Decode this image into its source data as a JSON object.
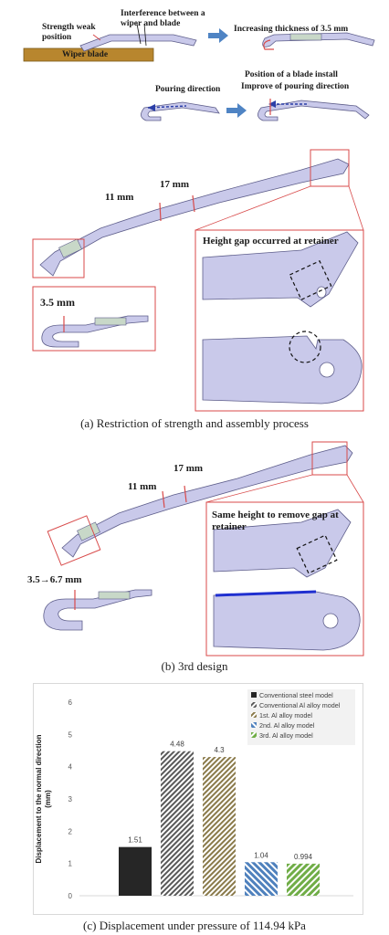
{
  "panel_a_top": {
    "strength_weak": "Strength weak position",
    "interference": "Interference between a wiper and blade",
    "wiper_blade": "Wiper blade",
    "increasing_thickness": "Increasing thickness of 3.5 mm",
    "pouring_direction": "Pouring direction",
    "position_install": "Position of a blade install",
    "improve_pouring": "Improve of pouring direction"
  },
  "panel_a": {
    "dim_11": "11 mm",
    "dim_17": "17 mm",
    "dim_35": "3.5 mm",
    "height_gap": "Height gap occurred at retainer",
    "caption": "(a)  Restriction of strength and assembly process"
  },
  "panel_b": {
    "dim_17": "17 mm",
    "dim_11": "11 mm",
    "dim_change": "3.5→6.7 mm",
    "same_height": "Same height to remove gap at retainer",
    "caption": "(b)  3rd  design"
  },
  "panel_c": {
    "caption": "(c)  Displacement under pressure of 114.94  kPa"
  },
  "colors": {
    "blade_fill": "#c9c9ea",
    "blade_stroke": "#5d5d8a",
    "wiper_blade": "#b8862e",
    "frame_red": "#d84a4a",
    "arrow_blue": "#4f84c4",
    "bar_steel": "#262626",
    "bar_conv_al": "#595959",
    "bar_1st": "#8a7a4a",
    "bar_2nd": "#4f81bd",
    "bar_3rd": "#70ad47"
  },
  "chart_data": {
    "type": "bar",
    "categories": [
      "Conventional steel model",
      "Conventional Al alloy model",
      "1st. Al alloy model",
      "2nd. Al alloy model",
      "3rd. Al alloy model"
    ],
    "values": [
      1.51,
      4.48,
      4.3,
      1.04,
      0.994
    ],
    "value_labels": [
      "1.51",
      "4.48",
      "4.3",
      "1.04",
      "0.994"
    ],
    "series": [
      {
        "name": "Conventional steel model",
        "values": [
          1.51
        ]
      },
      {
        "name": "Conventional Al alloy model",
        "values": [
          4.48
        ]
      },
      {
        "name": "1st. Al alloy model",
        "values": [
          4.3
        ]
      },
      {
        "name": "2nd. Al alloy model",
        "values": [
          1.04
        ]
      },
      {
        "name": "3rd. Al alloy model",
        "values": [
          0.994
        ]
      }
    ],
    "title": "",
    "xlabel": "",
    "ylabel": "Displacement to the normal direction (mm)",
    "ylim": [
      0,
      6
    ],
    "yticks": [
      "0",
      "1",
      "2",
      "3",
      "4",
      "5",
      "6"
    ],
    "grid": false,
    "legend": "top-right"
  }
}
